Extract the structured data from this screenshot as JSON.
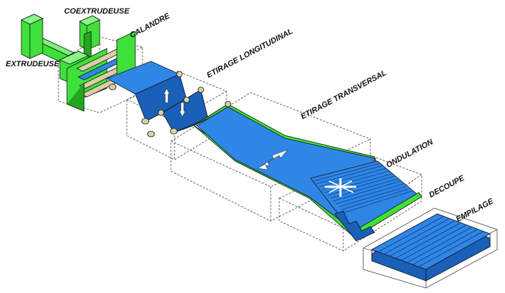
{
  "labels": {
    "coextrudeuse": "COEXTRUDEUSE",
    "extrudeuse": "EXTRUDEUSE",
    "calandre": "CALANDRE",
    "etirage_longitudinal": "ETIRAGE LONGITUDINAL",
    "etirage_transversal": "ETIRAGE TRANSVERSAL",
    "ondulation": "ONDULATION",
    "decoupe": "DECOUPE",
    "empilage": "EMPILAGE"
  },
  "colors": {
    "film_blue": "#2f86e6",
    "film_dark": "#1a5fb8",
    "machine_green": "#3fe03a",
    "machine_green_dark": "#22a61f",
    "roller": "#d8cfa6",
    "outline": "#111111"
  }
}
